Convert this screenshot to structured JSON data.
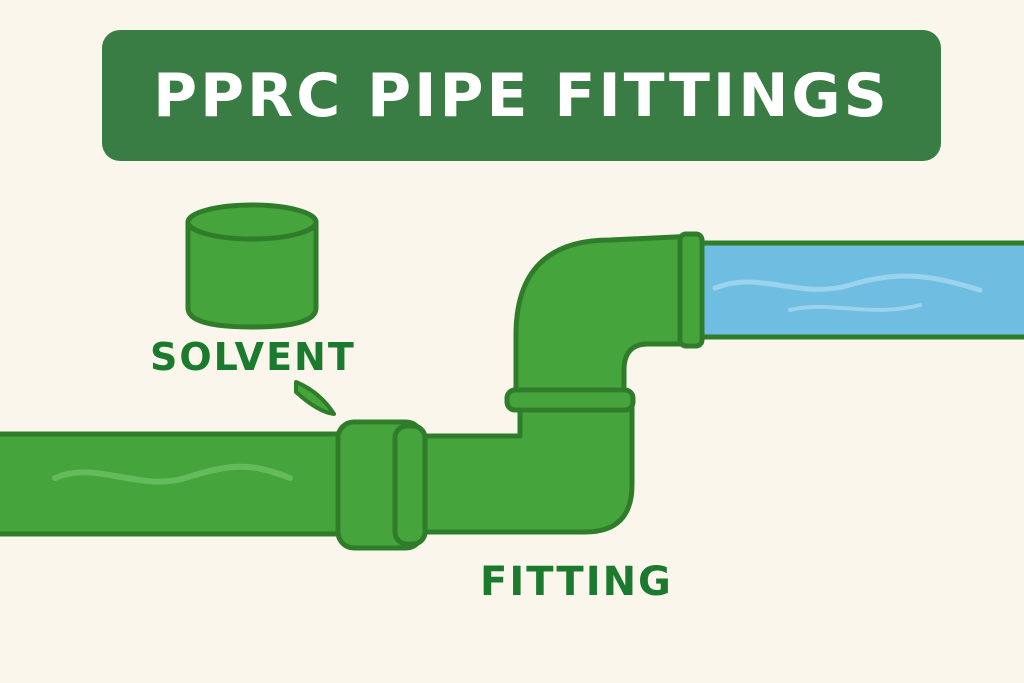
{
  "title": "PPRC PIPE FITTINGS",
  "labels": {
    "solvent": "SOLVENT",
    "fitting": "FITTING"
  },
  "colors": {
    "background": "#FAF6EC",
    "banner": "#3A7D44",
    "pipe_green": "#45A43B",
    "pipe_outline": "#2F7D2B",
    "water_blue": "#6FBDE0",
    "label_green": "#1B7A2E"
  }
}
